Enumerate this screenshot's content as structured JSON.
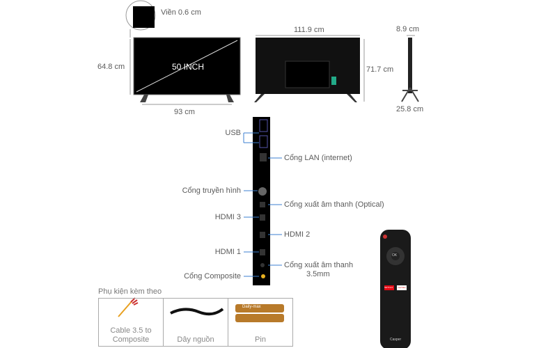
{
  "bezel": {
    "label": "Viền 0.6 cm"
  },
  "front": {
    "diagonal": "50 INCH",
    "height": "64.8 cm",
    "width": "93 cm"
  },
  "back": {
    "width": "111.9 cm",
    "height": "71.7 cm"
  },
  "side": {
    "depth": "8.9 cm",
    "stand_depth": "25.8 cm"
  },
  "ports": {
    "left": [
      "USB",
      "Cổng truyền hình",
      "HDMI 3",
      "HDMI 1",
      "Cổng Composite"
    ],
    "right": [
      "Cổng LAN (internet)",
      "Cổng xuất âm thanh (Optical)",
      "HDMI 2",
      "Cổng xuất âm thanh",
      "3.5mm"
    ]
  },
  "accessories": {
    "title": "Phụ kiện kèm theo",
    "items": [
      {
        "line1": "Cable 3.5 to",
        "line2": "Composite"
      },
      {
        "line1": "Dây nguồn"
      },
      {
        "line1": "Pin",
        "brand": "Daily-max"
      }
    ]
  },
  "remote": {
    "ok": "OK",
    "netflix": "NETFLIX",
    "youtube": "YouTube",
    "brand": "Casper"
  }
}
